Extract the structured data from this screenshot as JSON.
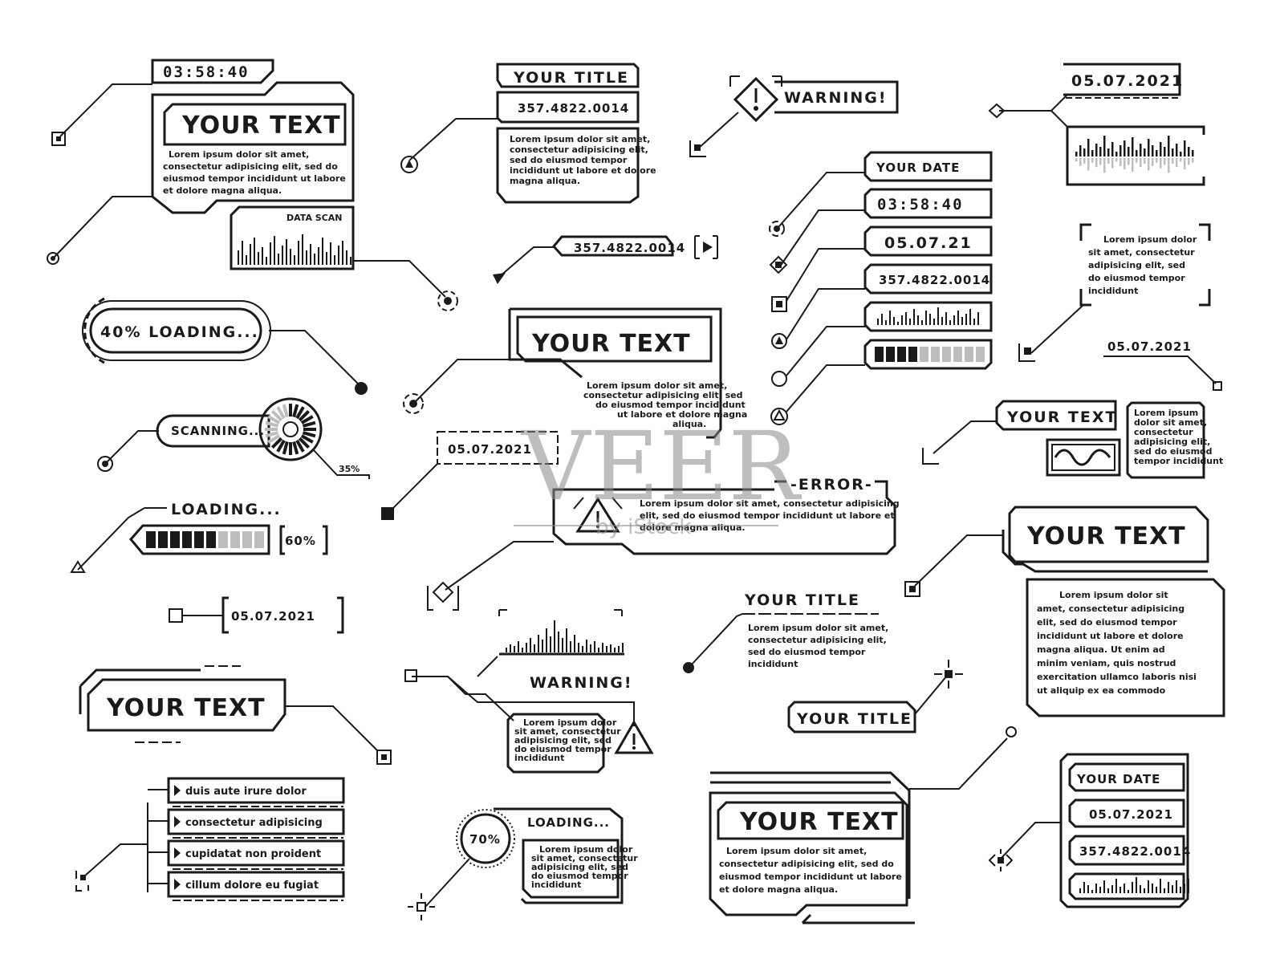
{
  "clock_time": "03:58:40",
  "title_your_text": "YOUR TEXT",
  "lorem_a": [
    "Lorem ipsum dolor sit amet,",
    "consectetur adipisicing elit, sed do",
    "eiusmod tempor incididunt ut labore",
    "et dolore magna aliqua."
  ],
  "data_scan_label": "DATA SCAN",
  "loading_40": "40% LOADING...",
  "scanning_label": "SCANNING...",
  "scanning_pct": "35%",
  "loading_label": "LOADING...",
  "loading_pct": "60%",
  "date_full": "05.07.2021",
  "your_title": "YOUR TITLE",
  "number_code": "357.4822.0014",
  "lorem_b": [
    "Lorem ipsum dolor sit amet,",
    "consectetur adipisicing elit,",
    "sed do eiusmod tempor",
    "incididunt ut labore et dolore",
    "magna aliqua."
  ],
  "lorem_c": [
    "Lorem ipsum dolor sit amet,",
    "consectetur adipisicing elit, sed",
    "do eiusmod tempor incididunt",
    "ut labore et dolore magna",
    "aliqua."
  ],
  "error_label": "-ERROR-",
  "lorem_error": [
    "Lorem ipsum dolor sit amet, consectetur adipisicing",
    "elit, sed do eiusmod tempor incididunt ut labore et",
    "dolore magna aliqua."
  ],
  "warning_label": "WARNING!",
  "your_date": "YOUR DATE",
  "date_short": "05.07.21",
  "lorem_d": [
    "Lorem ipsum dolor",
    "sit amet, consectetur",
    "adipisicing elit, sed",
    "do eiusmod tempor",
    "incididunt"
  ],
  "lorem_e": [
    "Lorem ipsum",
    "dolor sit amet,",
    "consectetur",
    "adipisicing elit,",
    "sed do eiusmod",
    "tempor incididunt"
  ],
  "lorem_f": [
    "Lorem ipsum dolor sit",
    "amet, consectetur adipisicing",
    "elit, sed do eiusmod tempor",
    "incididunt ut labore et dolore",
    "magna aliqua. Ut enim ad",
    "minim veniam, quis nostrud",
    "exercitation ullamco laboris nisi",
    "ut aliquip ex ea commodo"
  ],
  "lorem_g": [
    "Lorem ipsum dolor sit amet,",
    "consectetur adipisicing elit,",
    "sed do eiusmod tempor",
    "incididunt"
  ],
  "lorem_h": [
    "Lorem ipsum dolor",
    "sit amet, consectetur",
    "adipisicing elit, sed",
    "do eiusmod tempor",
    "incididunt"
  ],
  "list_items": [
    "duis aute irure dolor",
    "consectetur adipisicing",
    "cupidatat non proident",
    "cillum dolore eu fugiat"
  ],
  "loading_70_pct": "70%",
  "lorem_i": [
    "Lorem ipsum dolor",
    "sit amet, consectetur",
    "adipisicing elit, sed",
    "do eiusmod tempor",
    "incididunt"
  ],
  "lorem_j": [
    "Lorem ipsum dolor sit amet,",
    "consectetur adipisicing elit, sed do",
    "eiusmod tempor incididunt ut labore",
    "et dolore magna aliqua."
  ],
  "watermark_main": "VEER",
  "watermark_sub": "by iStock",
  "progress": {
    "loading_40": 0.4,
    "loading_60": 0.6,
    "scanning_35": 0.35,
    "loading_70": 0.7,
    "segments_bar": 0.4
  }
}
